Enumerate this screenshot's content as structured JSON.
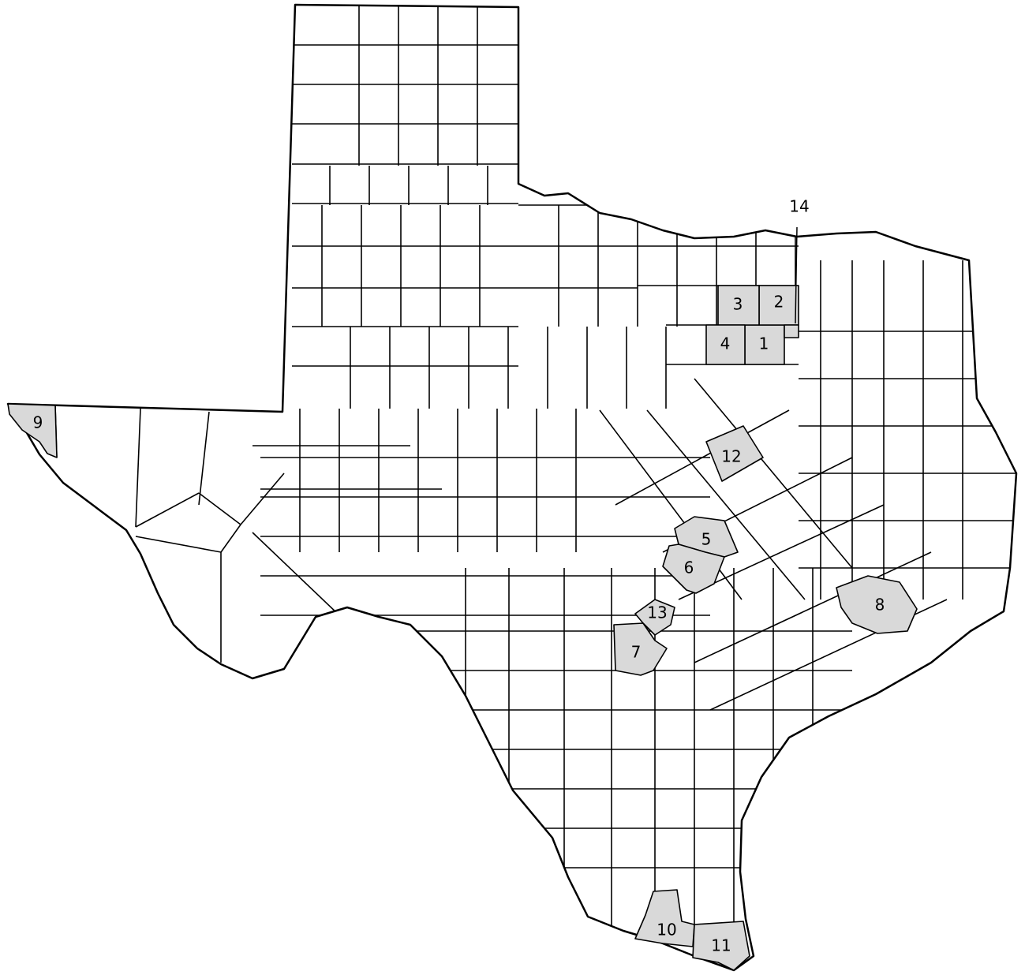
{
  "map": {
    "colors": {
      "highlight": "#d9d9d9",
      "line": "#000000",
      "background": "#ffffff"
    },
    "highlighted_counties": [
      {
        "id": "1",
        "label": "1"
      },
      {
        "id": "2",
        "label": "2"
      },
      {
        "id": "3",
        "label": "3"
      },
      {
        "id": "4",
        "label": "4"
      },
      {
        "id": "5",
        "label": "5"
      },
      {
        "id": "6",
        "label": "6"
      },
      {
        "id": "7",
        "label": "7"
      },
      {
        "id": "8",
        "label": "8"
      },
      {
        "id": "9",
        "label": "9"
      },
      {
        "id": "10",
        "label": "10"
      },
      {
        "id": "11",
        "label": "11"
      },
      {
        "id": "12",
        "label": "12"
      },
      {
        "id": "13",
        "label": "13"
      },
      {
        "id": "14",
        "label": "14"
      }
    ]
  }
}
